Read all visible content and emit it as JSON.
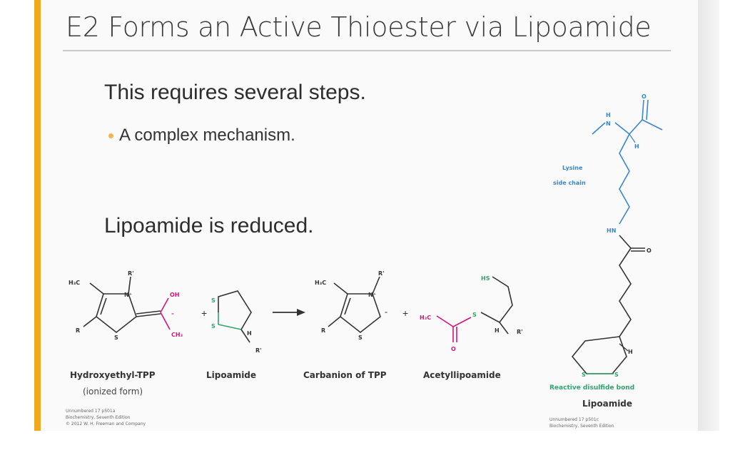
{
  "slide": {
    "title": "E2 Forms an Active Thioester via Lipoamide",
    "line1": "This requires several steps.",
    "bullet1": "A complex mechanism.",
    "line2": "Lipoamide is reduced."
  },
  "reaction": {
    "reactant1": "Hydroxyethyl-TPP",
    "reactant1_sub": "(ionized form)",
    "reactant2": "Lipoamide",
    "product1": "Carbanion of TPP",
    "product2": "Acetyllipoamide",
    "plus": "+",
    "credit": [
      "Unnumbered 17 p501a",
      "Biochemistry, Seventh Edition",
      "© 2012 W. H. Freeman and Company"
    ]
  },
  "structure": {
    "lysine_label": [
      "Lysine",
      "side chain"
    ],
    "disulfide_label": "Reactive disulfide bond",
    "name": "Lipoamide",
    "credit": [
      "Unnumbered 17 p501c",
      "Biochemistry, Seventh Edition"
    ]
  },
  "atoms": {
    "h3c": "H₃C",
    "r": "R",
    "r_prime": "R'",
    "n_plus": "N⁺",
    "s": "S",
    "oh": "OH",
    "ch3": "CH₃",
    "minus": "–",
    "h": "H",
    "hs": "HS",
    "o": "O",
    "hn": "HN",
    "n": "N"
  },
  "colors": {
    "accent": "#f0a91c",
    "magenta": "#d4147a",
    "green": "#2ea56b",
    "blue": "#3a86c8"
  }
}
